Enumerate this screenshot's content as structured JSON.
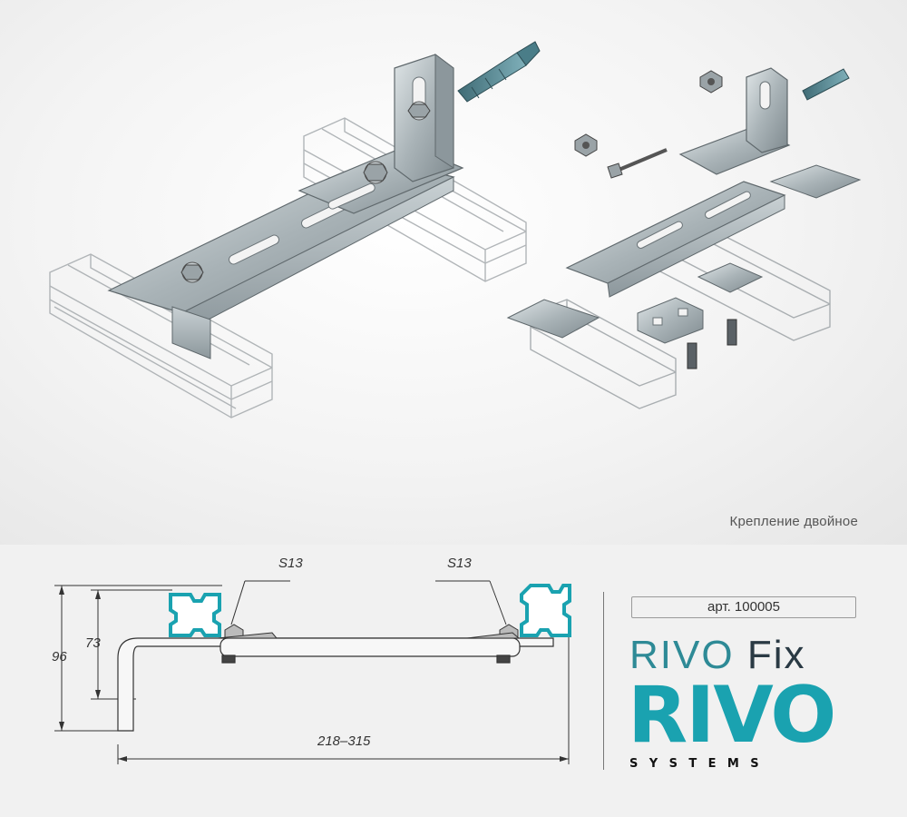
{
  "caption": "Крепление двойное",
  "article": "арт. 100005",
  "product": {
    "name": "RIVO",
    "suffix": "Fix"
  },
  "brand": {
    "logo": "RIVO",
    "sub": "SYSTEMS"
  },
  "dimensions": {
    "height_total": "96",
    "height_partial": "73",
    "width_range": "218–315",
    "nut_left": "S13",
    "nut_right": "S13"
  },
  "colors": {
    "accent": "#1aa2b0",
    "product_text": "#2e8a96",
    "metal": "#b9c2c6",
    "anchor": "#5f8f99"
  }
}
